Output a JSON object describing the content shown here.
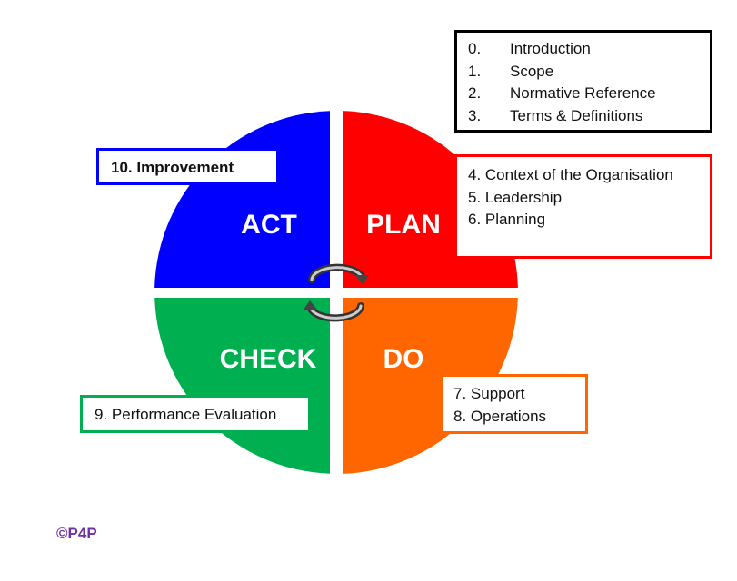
{
  "quadrants": {
    "act": "ACT",
    "plan": "PLAN",
    "check": "CHECK",
    "do": "DO"
  },
  "colors": {
    "act": "#0000FF",
    "plan": "#FF0000",
    "check": "#00B050",
    "do": "#FF6600",
    "copyright": "#7030A0"
  },
  "intro_list": [
    {
      "num": "0.",
      "label": "Introduction"
    },
    {
      "num": "1.",
      "label": "Scope"
    },
    {
      "num": "2.",
      "label": "Normative Reference"
    },
    {
      "num": "3.",
      "label": "Terms & Definitions"
    }
  ],
  "plan_list": [
    "4. Context of the Organisation",
    "5. Leadership",
    "6. Planning"
  ],
  "act_list": [
    "10. Improvement"
  ],
  "do_list": [
    "7. Support",
    "8. Operations"
  ],
  "check_list": [
    "9. Performance Evaluation"
  ],
  "center_icon": "cycle-arrows-icon",
  "copyright": "©P4P"
}
